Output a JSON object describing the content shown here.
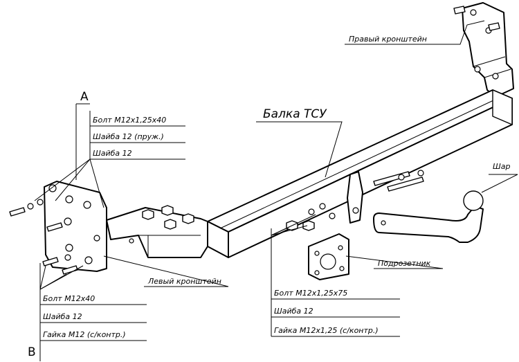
{
  "labels": {
    "right_bracket": "Правый кронштейн",
    "beam": "Балка ТСУ",
    "ball": "Шар",
    "socket_plate": "Подрозетник",
    "left_bracket": "Левый кронштейн",
    "section_a": "А",
    "section_b": "В"
  },
  "group_a": {
    "bolt": "Болт М12х1,25х40",
    "washer_spring": "Шайба 12 (пруж.)",
    "washer": "Шайба 12"
  },
  "group_b": {
    "bolt": "Болт М12х40",
    "washer": "Шайба 12",
    "nut": "Гайка М12 (с/контр.)"
  },
  "group_c": {
    "bolt": "Болт М12х1,25х75",
    "washer": "Шайба 12",
    "nut": "Гайка М12х1,25 (с/контр.)"
  }
}
